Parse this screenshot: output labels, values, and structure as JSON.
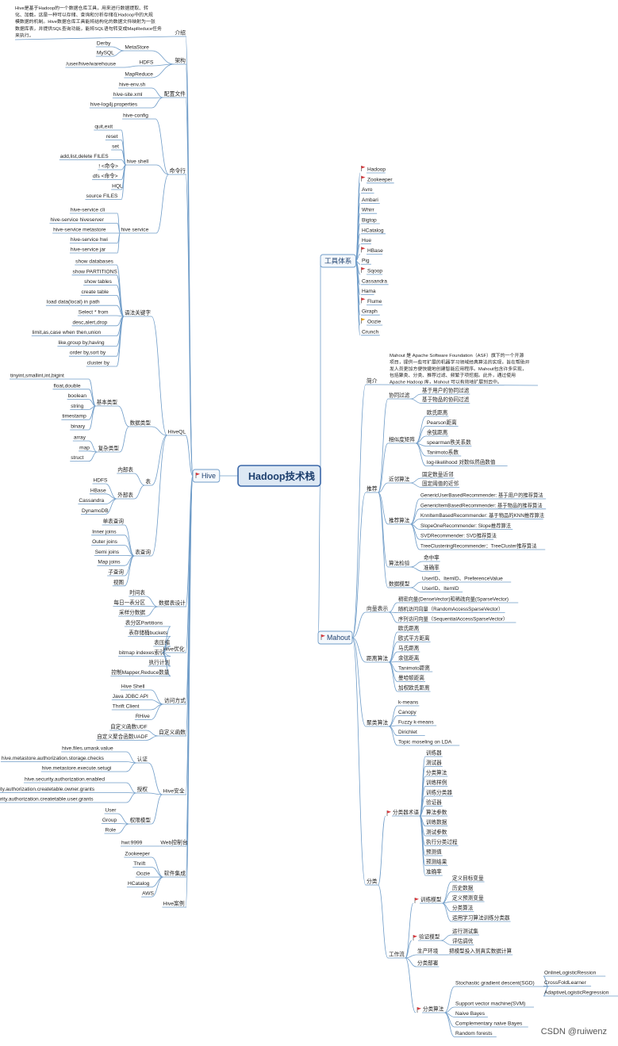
{
  "root": "Hadoop技术栈",
  "hive": {
    "label": "Hive",
    "intro_label": "介绍",
    "intro_text": [
      "Hive是基于Hadoop的一个数据仓库工具，用来进行数据提取、转",
      "化、加载，这是一种可以存储、查询和分析存储在Hadoop中的大规",
      "模数据的机制。Hive数据仓库工具能将结构化的数据文件映射为一张",
      "数据库表，并提供SQL查询功能，能将SQL语句转变成MapReduce任务",
      "来执行。"
    ],
    "arch_label": "架构",
    "metastore_label": "MetaStore",
    "metastore_items": [
      "Derby",
      "MySQL"
    ],
    "hdfs_label": "HDFS",
    "hdfs_items": [
      "/user/hive/warehouse"
    ],
    "mapreduce_label": "MapReduce",
    "config_label": "配置文件",
    "config_items": [
      "hive-env.sh",
      "hive-site.xml",
      "hive-log4j.properties"
    ],
    "cmd_label": "命令行",
    "hiveconfig_label": "hive-config",
    "shell_label": "hive shell",
    "shell_items": [
      "quit,exit",
      "reset",
      "set",
      "add,list,delete FILES",
      "! <命令>",
      "dfs <命令>",
      "HQL",
      "source FILES"
    ],
    "service_label": "hive service",
    "service_items": [
      "hive-service cli",
      "hive-service hiveserver",
      "hive-service metastore",
      "hive-service hwi",
      "hive-service jar"
    ],
    "hiveql_label": "HiveQL",
    "keyword_label": "语法关键字",
    "keyword_items": [
      "show databases",
      "show PARTITIONS",
      "show tables",
      "create table",
      "load data(local) in path",
      "Select * from",
      "desc,alert,drop",
      "limit,as,case when then,union",
      "like,group by,having",
      "order by,sort by",
      "cluster by"
    ],
    "datatype_label": "数据类型",
    "basic_type_label": "基本类型",
    "basic_types": [
      "tinyint,smallint,int,bigint",
      "float,double",
      "boolean",
      "string",
      "timestamp",
      "binary"
    ],
    "complex_type_label": "复杂类型",
    "complex_types": [
      "array",
      "map",
      "struct"
    ],
    "table_label": "表",
    "internal_table_label": "内部表",
    "external_table_label": "外部表",
    "external_items": [
      "HDFS",
      "HBase",
      "Cassandra",
      "DynamoDB"
    ],
    "query_label": "表查询",
    "query_items": [
      "单表查询",
      "Inner joins",
      "Outer joins",
      "Semi joins",
      "Map joins",
      "子查询",
      "视图"
    ],
    "dataset_label": "数据表设计",
    "dataset_items": [
      "时间表",
      "每日一表分区",
      "采样分数据"
    ],
    "optimize_label": "Hive优化",
    "optimize_items": [
      "表分区Partitions",
      "表存储桶buckets",
      "表压缩",
      "bitmap indexes索引",
      "执行计划",
      "控制Mapper,Reduce数量"
    ],
    "access_label": "访问方式",
    "access_items": [
      "Hive Shell",
      "Java JDBC API",
      "Thrift Client",
      "RHive"
    ],
    "udf_label": "自定义函数",
    "udf_items": [
      "自定义函数UDF",
      "自定义聚合函数UADF"
    ],
    "security_label": "Hive安全",
    "auth_label": "认证",
    "auth_items": [
      "hive.files.umask.value",
      "hive.metastore.authorization.storage.checks",
      "hive.metastore.execute.setugi"
    ],
    "grant_label": "授权",
    "grant_items": [
      "hive.security.authorization.enabled",
      "hive.security.authorization.createtable.owner.grants",
      "hive.security.authorization.createtable.user.grants"
    ],
    "perm_label": "权限模型",
    "perm_items": [
      "User",
      "Group",
      "Role"
    ],
    "web_label": "Web控制台",
    "web_items": [
      "hwi:9999"
    ],
    "integrate_label": "软件集成",
    "integrate_items": [
      "Zookeeper",
      "Thrift",
      "Oozie",
      "HCatalog",
      "AWS"
    ],
    "case_label": "Hive案例"
  },
  "tools": {
    "label": "工具体系",
    "items": [
      "Hadoop",
      "Zookeeper",
      "Avro",
      "Ambari",
      "Whirr",
      "Bigtop",
      "HCatalog",
      "Hue",
      "HBase",
      "Pig",
      "Sqoop",
      "Cassandra",
      "Hama",
      "Flume",
      "Giraph",
      "Oozie",
      "Crunch"
    ],
    "flagged": [
      0,
      1,
      8,
      10,
      13
    ]
  },
  "mahout": {
    "label": "Mahout",
    "intro_label": "简介",
    "intro_text": [
      "Mahout 是 Apache Software Foundation（ASF）旗下的一个开源",
      "项目，提供一些可扩展的机器学习领域经典算法的实现，旨在帮助开",
      "发人员更加方便快捷地创建智能应用程序。Mahout包含许多实现，",
      "包括聚类、分类、推荐过滤、频繁子项挖掘。此外，通过使用",
      "Apache Hadoop 库，Mahout 可以有效地扩展到云中。"
    ],
    "recommend_label": "推荐",
    "cf_label": "协同过滤",
    "cf_items": [
      "基于用户的协同过滤",
      "基于物品的协同过滤"
    ],
    "sim_label": "相似度矩阵",
    "sim_items": [
      "欧氏距离",
      "Pearson距离",
      "余弦距离",
      "spearman秩关系数",
      "Tanimoto系数",
      "log-likelihood 对数似然函数值"
    ],
    "nb_label": "近邻算法",
    "nb_items": [
      "固定数量近邻",
      "固定阈值的近邻"
    ],
    "rec_alg_label": "推荐算法",
    "rec_alg_items": [
      "GenericUserBasedRecommender: 基于用户的推荐算法",
      "GenericItemBasedRecommender: 基于物品的推荐算法",
      "KnnItemBasedRecommender: 基于物品的KNN推荐算法",
      "SlopeOneRecommender: Slope推荐算法",
      "SVDRecommender: SVD推荐算法",
      "TreeClusteringRecommender：TreeCluster推荐算法"
    ],
    "eval_label": "算法检验",
    "eval_items": [
      "命中率",
      "准确率"
    ],
    "datamodel_label": "数据模型",
    "datamodel_items": [
      "UserID、ItemID、PreferenceValue",
      "UserID、ItemID"
    ],
    "vector_label": "向量表示",
    "vector_items": [
      "稠密向量(DenseVector)和稀疏向量(SparseVector)",
      "随机访问向量（RandomAccessSparseVector）",
      "序列访问向量（SequentialAccessSparseVector）"
    ],
    "dist_label": "距离算法",
    "dist_items": [
      "欧氏距离",
      "欧式平方距离",
      "马氏距离",
      "余弦距离",
      "Tanimoto距离",
      "曼哈顿距离",
      "加权欧氏距离"
    ],
    "cluster_label": "聚类算法",
    "cluster_items": [
      "k-means",
      "Canopy",
      "Fuzzy k-means",
      "Dirichlet",
      "Topic moseling on LDA"
    ],
    "classify_label": "分类",
    "term_label": "分类器术语",
    "term_items": [
      "训练器",
      "测试器",
      "分类算法",
      "训练样例",
      "训练分类器",
      "验证器",
      "算法参数",
      "训练数据",
      "测试参数",
      "执行分类过程",
      "预测值",
      "预测结果",
      "准确率"
    ],
    "workflow_label": "工作流",
    "train_label": "训练模型",
    "train_items": [
      "定义目标变量",
      "历史数据",
      "定义预测变量",
      "分类算法",
      "运用学习算法训练分类器"
    ],
    "verify_label": "验证模型",
    "verify_items": [
      "运行测试集",
      "评估调优"
    ],
    "prod_label": "生产环境",
    "prod_items": [
      "把模型投入到真实数据计算"
    ],
    "deploy_label": "分类部署",
    "alg_label": "分类算法",
    "sgd_label": "Stochastic gradient descent(SGD)",
    "sgd_items": [
      "OnlineLogisticRession",
      "CrossFoldLearner",
      "AdaptiveLogisticRegression"
    ],
    "alg_items": [
      "Support vector machine(SVM)",
      "Naive Bayes",
      "Complementary naive Bayes",
      "Random forests"
    ]
  },
  "watermark": "CSDN @ruiwenz",
  "colors": {
    "line": "#6f9cc8",
    "accent": "#3a67a8",
    "root_fill": "#dde8f4",
    "flag": "#d6393d",
    "flag_yellow": "#e8a21d"
  }
}
